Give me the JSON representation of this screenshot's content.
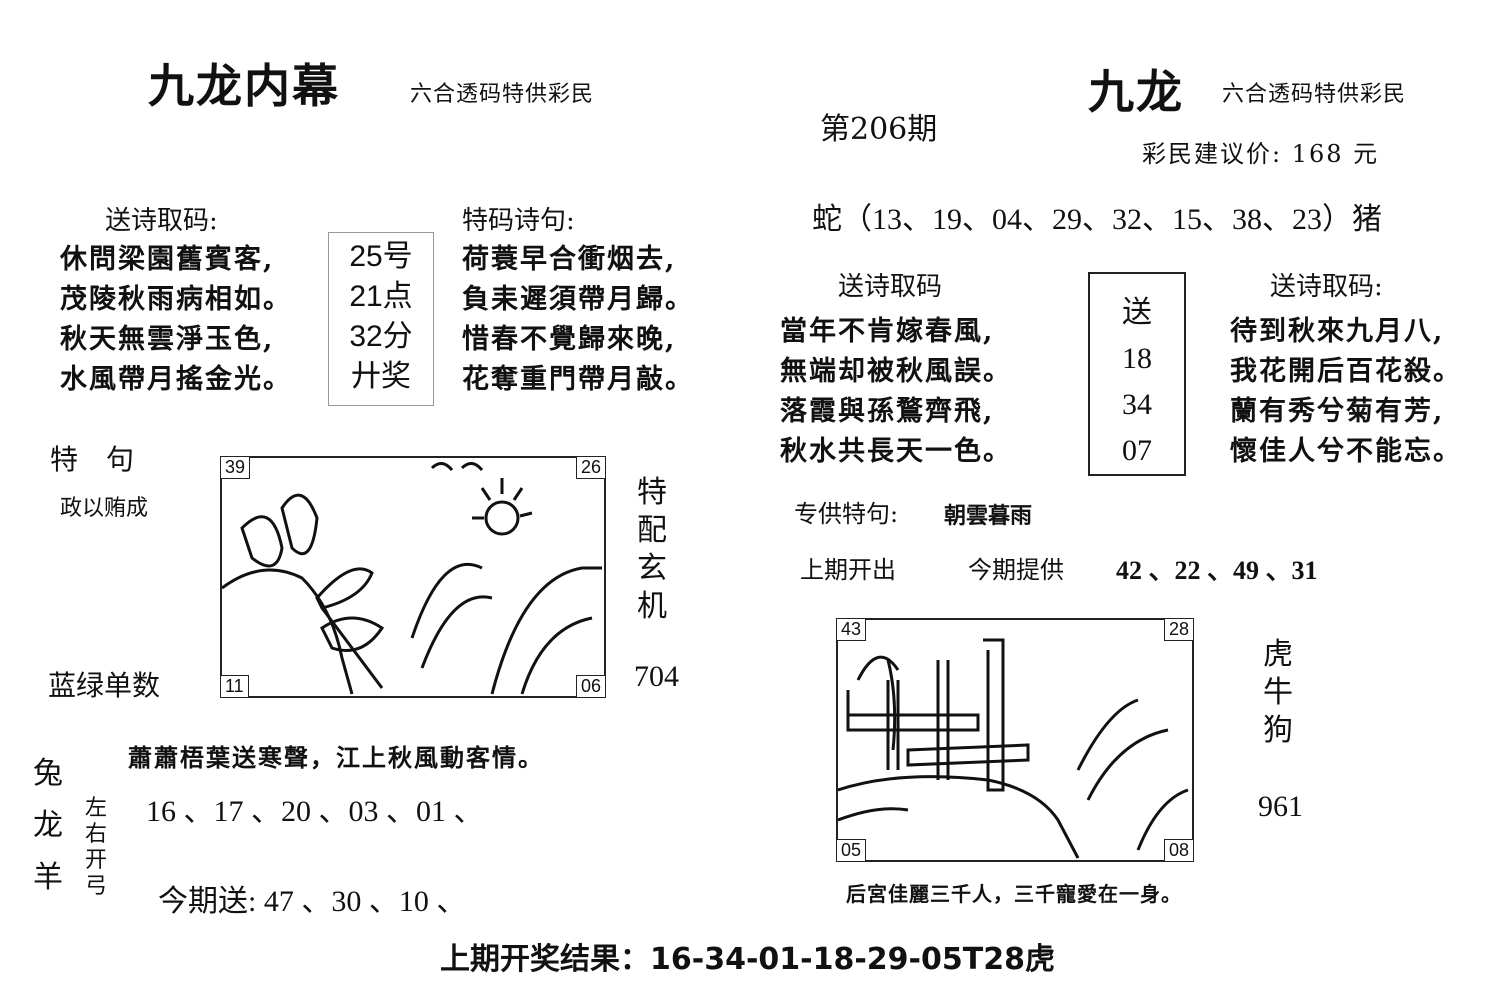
{
  "left": {
    "title": "九龙内幕",
    "subtitle": "六合透码特供彩民",
    "poem_heading": "送诗取码:",
    "poem": [
      "休問梁園舊賓客,",
      "茂陵秋雨病相如。",
      "秋天無雲淨玉色,",
      "水風帶月搖金光。"
    ],
    "mid_box": [
      "25号",
      "21点",
      "32分",
      "廾奖"
    ],
    "special_heading": "特码诗句:",
    "special_poem": [
      "荷蓑早合衝烟去,",
      "負耒遲須帶月歸。",
      "惜春不覺歸來晚,",
      "花奪重門帶月敲。"
    ],
    "teju_label": "特　句",
    "teju_text": "政以贿成",
    "side_vertical": "特配玄机",
    "side_number": "704",
    "lanlv": "蓝绿单数",
    "corner_tags": {
      "tl": "39",
      "tr": "26",
      "bl": "11",
      "br": "06"
    },
    "bottom_poem": "蕭蕭梧葉送寒聲，江上秋風動客情。",
    "animals_vertical": "兔龙羊",
    "zuoyou_vertical": "左右开弓",
    "zuoyou_numbers": "16 、17 、20 、03 、01 、",
    "jinqi_song": "今期送: 47 、30 、10 、"
  },
  "right": {
    "title": "九龙",
    "subtitle": "六合透码特供彩民",
    "issue": "第206期",
    "price": "彩民建议价: 168 元",
    "snake_line": "蛇（13、19、04、29、32、15、38、23）猪",
    "poem1_heading": "送诗取码",
    "poem1": [
      "當年不肯嫁春風,",
      "無端却被秋風誤。",
      "落霞與孫鶩齊飛,",
      "秋水共長天一色。"
    ],
    "mid_box": [
      "送",
      "18",
      "34",
      "07"
    ],
    "poem2_heading": "送诗取码:",
    "poem2": [
      "待到秋來九月八,",
      "我花開后百花殺。",
      "蘭有秀兮菊有芳,",
      "懷佳人兮不能忘。"
    ],
    "zhuangong_label": "专供特句:",
    "zhuangong_text": "朝雲暮雨",
    "shangqi_label": "上期开出",
    "jinqi_label": "今期提供",
    "jinqi_numbers": "42 、22 、49 、31",
    "corner_tags": {
      "tl": "43",
      "tr": "28",
      "bl": "05",
      "br": "08"
    },
    "side_vertical": "虎牛狗",
    "side_number": "961",
    "caption": "后宮佳麗三千人，三千寵愛在一身。"
  },
  "footer": "上期开奖结果：16-34-01-18-29-05T28虎"
}
